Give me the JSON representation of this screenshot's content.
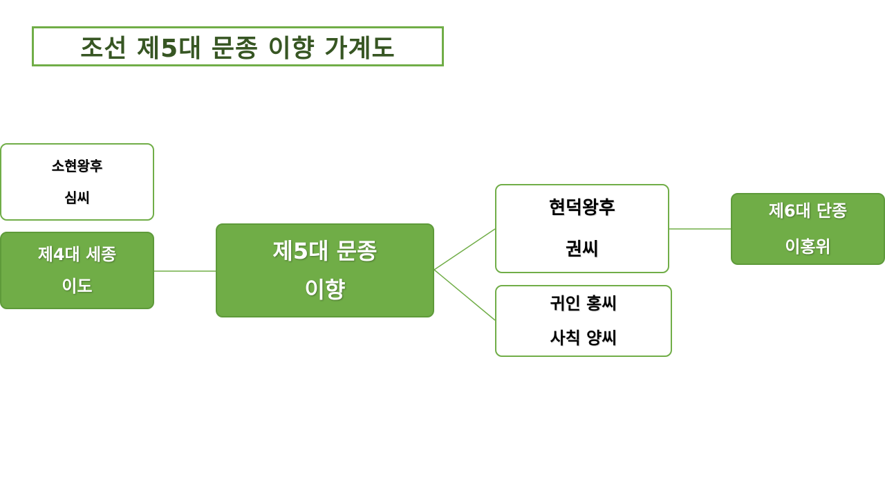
{
  "title": "조선 제5대 문종 이향 가계도",
  "nodes": {
    "sohyeon": {
      "line1": "소현왕후",
      "line2": "심씨"
    },
    "sejong": {
      "line1": "제4대 세종",
      "line2": "이도"
    },
    "munjong": {
      "line1": "제5대 문종",
      "line2": "이향"
    },
    "hyeondeok": {
      "line1": "현덕왕후",
      "line2": "권씨"
    },
    "hong": {
      "line1": "귀인 홍씨",
      "line2": "사칙 양씨"
    },
    "danjong": {
      "line1": "제6대 단종",
      "line2": "이홍위"
    }
  },
  "colors": {
    "accent": "#70ad47",
    "title_text": "#375623",
    "white_box": "#ffffff"
  }
}
